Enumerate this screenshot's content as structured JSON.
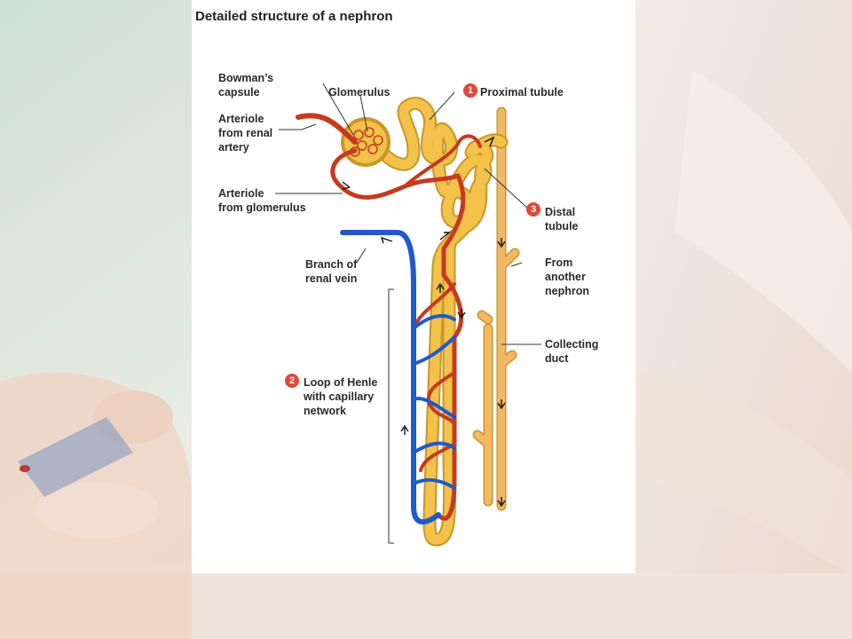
{
  "title": "Detailed structure of a nephron",
  "labels": {
    "bowmans_capsule": "Bowman’s\ncapsule",
    "glomerulus": "Glomerulus",
    "proximal_tubule": "Proximal tubule",
    "arteriole_renal": "Arteriole\nfrom renal\nartery",
    "arteriole_glomerulus": "Arteriole\nfrom glomerulus",
    "branch_renal_vein": "Branch of\nrenal vein",
    "distal_tubule": "Distal\ntubule",
    "from_another_nephron": "From\nanother\nnephron",
    "collecting_duct": "Collecting\nduct",
    "loop_of_henle": "Loop of Henle\nwith capillary\nnetwork"
  },
  "badges": {
    "proximal": "1",
    "loop": "2",
    "distal": "3"
  },
  "colors": {
    "tubule": "#f2c24a",
    "tubule_outline": "#c8962a",
    "duct": "#f2b866",
    "artery": "#c63a1f",
    "vein": "#1f5ac8",
    "badge": "#e0483a"
  }
}
